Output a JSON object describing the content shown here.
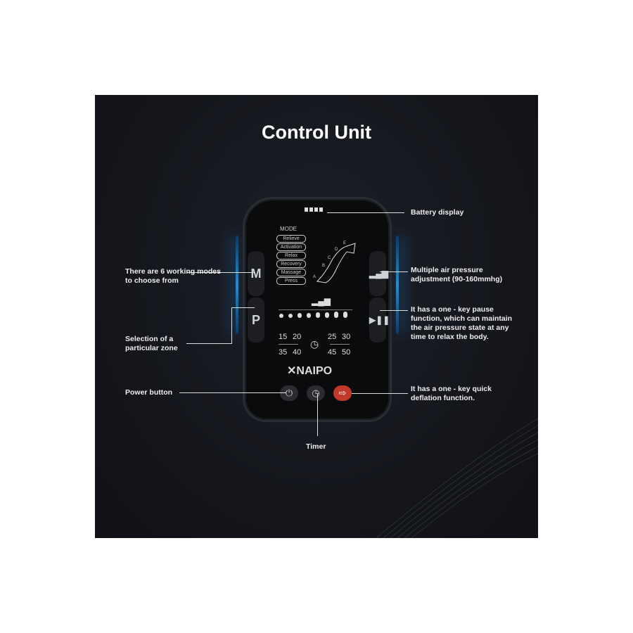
{
  "title": "Control Unit",
  "device": {
    "brand": "NAIPO",
    "mode_heading": "MODE",
    "modes": [
      "Relieve",
      "Activation",
      "Relax",
      "Recovery",
      "Massage",
      "Press"
    ],
    "zones": [
      "A",
      "B",
      "C",
      "D",
      "E"
    ],
    "button_m": "M",
    "button_p": "P",
    "timer_values": [
      "15",
      "20",
      "35",
      "40",
      "25",
      "30",
      "45",
      "50"
    ]
  },
  "callouts": {
    "battery": "Battery display",
    "modes": "There are 6 working modes to choose from",
    "zone": "Selection of a particular zone",
    "power": "Power button",
    "timer": "Timer",
    "pressure": "Multiple air pressure adjustment (90-160mmhg)",
    "pause": "It has a one - key pause function, which can maintain the air pressure state at any time to relax the body.",
    "deflation": "It has a one - key quick deflation function."
  },
  "colors": {
    "accent_red": "#c0392b",
    "glow_blue": "#1c8fd8"
  }
}
